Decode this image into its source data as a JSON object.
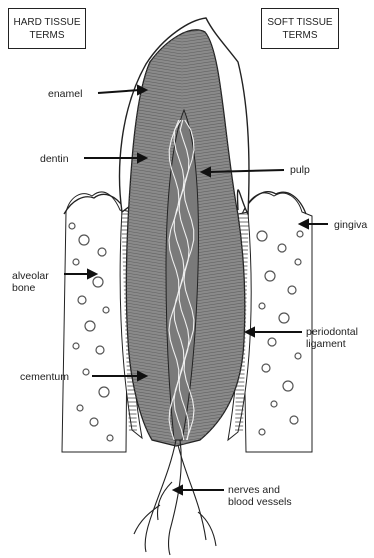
{
  "headers": {
    "hard_tissue": [
      "HARD TISSUE",
      "TERMS"
    ],
    "soft_tissue": [
      "SOFT TISSUE",
      "TERMS"
    ]
  },
  "labels": {
    "enamel": "enamel",
    "dentin": "dentin",
    "pulp": "pulp",
    "gingiva": "gingiva",
    "alveolar_bone": [
      "alveolar",
      "bone"
    ],
    "periodontal_ligament": [
      "periodontal",
      "ligament"
    ],
    "cementum": "cementum",
    "nerves_and_blood_vessels": [
      "nerves and",
      "blood vessels"
    ]
  },
  "colors": {
    "ink": "#222222",
    "dentin_fill": "#8a8a8a",
    "dentin_dark": "#6e6e6e",
    "enamel_fill": "#ffffff",
    "bone_stipple": "#9a9a9a",
    "pulp_strand": "#eeeeee"
  }
}
